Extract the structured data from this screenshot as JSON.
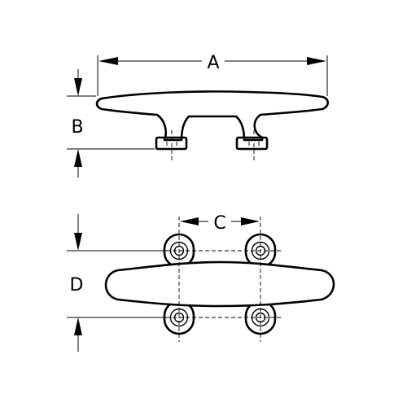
{
  "dimensions": {
    "a_label": "A",
    "b_label": "B",
    "c_label": "C",
    "d_label": "D"
  },
  "colors": {
    "ink": "#000000",
    "paper": "#ffffff"
  }
}
